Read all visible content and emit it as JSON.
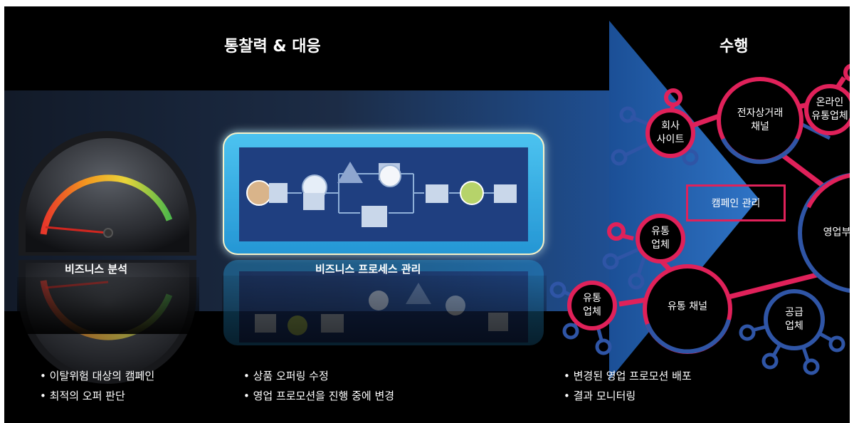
{
  "headings": {
    "integration": "통찰력 & 대응",
    "execution": "수행"
  },
  "labels": {
    "bi": "비즈니스 분석",
    "bpm": "비즈니스 프로세스 관리"
  },
  "nodes": {
    "company_site": [
      "회사",
      "사이트"
    ],
    "ecommerce": [
      "전자상거래",
      "채널"
    ],
    "online": [
      "온라인",
      "유통업체"
    ],
    "campaign": "캠페인 관리",
    "distributor1": [
      "유통",
      "업체"
    ],
    "sales": "영업부",
    "distributor2": [
      "유통",
      "업체"
    ],
    "dist_channel": "유통 채널",
    "supplier": [
      "공급",
      "업체"
    ]
  },
  "bullets": {
    "col1": [
      "• 이탈위험 대상의 캠페인",
      "• 최적의 오퍼 판단"
    ],
    "col2": [
      "• 상품 오퍼링 수정",
      "• 영업 프로모션을 진행 중에 변경"
    ],
    "col3": [
      "• 변경된 영업 프로모션 배포",
      "• 결과 모니터링"
    ]
  },
  "colors": {
    "accent_red": "#e0215a",
    "arrow_blue": "#2a66b3",
    "panel_cyan": "#3fb6e8",
    "node_blue": "#2f55a6"
  }
}
